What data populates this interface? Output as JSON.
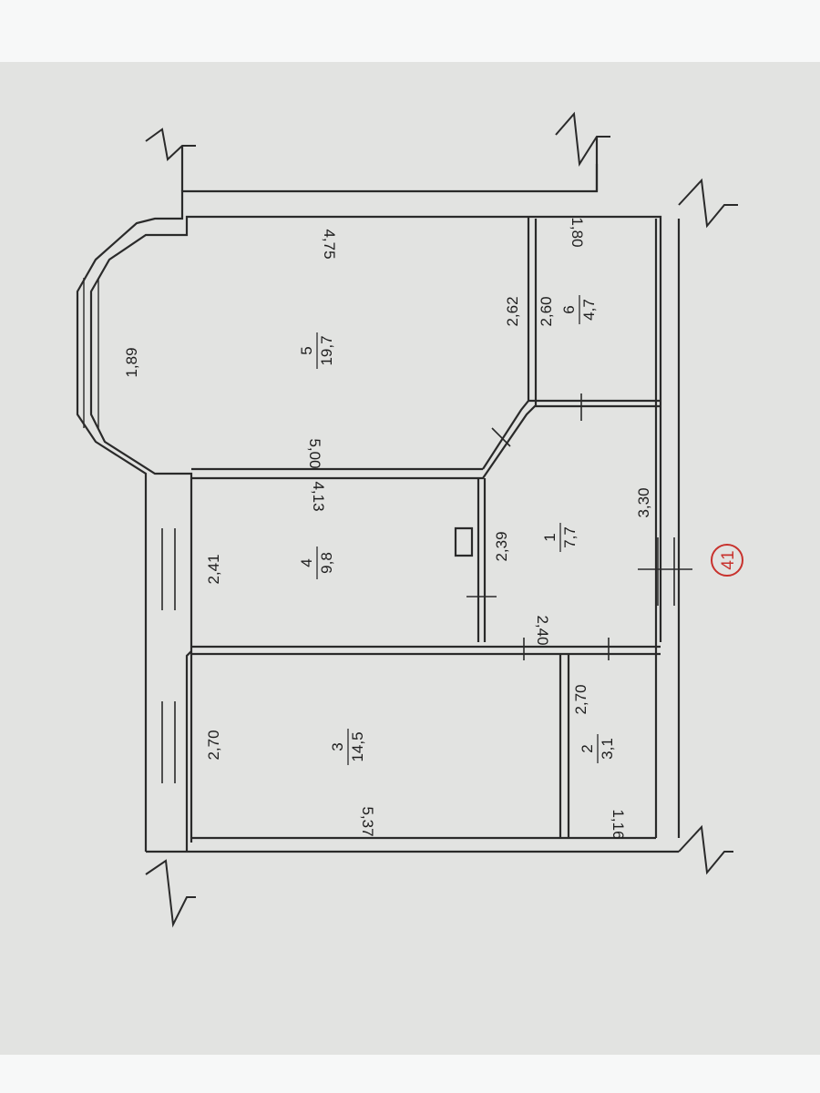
{
  "plan": {
    "apartment_number": "41",
    "rooms": [
      {
        "number": "1",
        "area": "7,7"
      },
      {
        "number": "2",
        "area": "3,1"
      },
      {
        "number": "3",
        "area": "14,5"
      },
      {
        "number": "4",
        "area": "9,8"
      },
      {
        "number": "5",
        "area": "19,7"
      },
      {
        "number": "6",
        "area": "4,7"
      }
    ],
    "dimensions": {
      "bay_window": "1,89",
      "room5_length": "4,75",
      "room5_width": "5,00",
      "room5_side": "2,62",
      "room6_length": "1,80",
      "room6_width": "2,60",
      "room4_length": "4,13",
      "room4_width": "2,41",
      "room1_length": "3,30",
      "room1_width": "2,39",
      "room1_side": "2,40",
      "room3_width": "2,70",
      "room3_length": "5,37",
      "room2_width": "2,70",
      "room2_length": "1,16"
    }
  }
}
